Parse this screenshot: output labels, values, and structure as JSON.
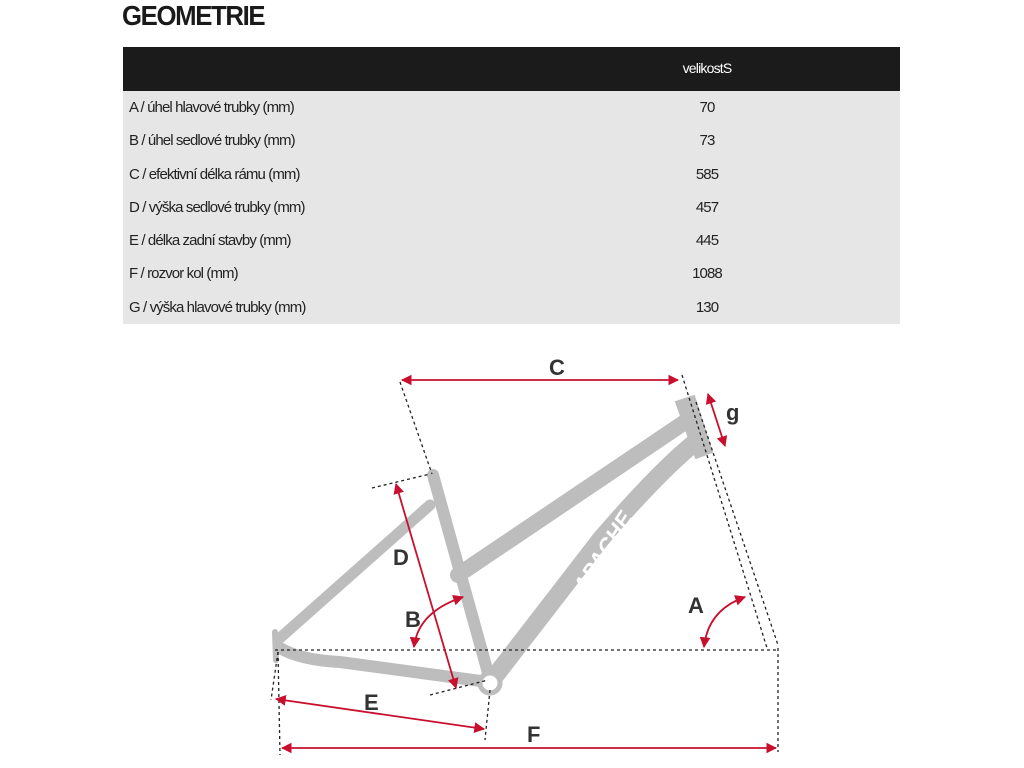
{
  "title": "GEOMETRIE",
  "table": {
    "column_header": "velikostS",
    "rows": [
      {
        "label": "A / úhel hlavové trubky (mm)",
        "value": "70"
      },
      {
        "label": "B / úhel sedlové trubky (mm)",
        "value": "73"
      },
      {
        "label": "C / efektivní délka rámu (mm)",
        "value": "585"
      },
      {
        "label": "D / výška sedlové trubky (mm)",
        "value": "457"
      },
      {
        "label": "E / délka zadní stavby (mm)",
        "value": "445"
      },
      {
        "label": "F / rozvor kol (mm)",
        "value": "1088"
      },
      {
        "label": "G / výška hlavové trubky (mm)",
        "value": "130"
      }
    ]
  },
  "diagram": {
    "brand": "APACHE",
    "labels": {
      "a": "A",
      "b": "B",
      "c": "C",
      "d": "D",
      "e": "E",
      "f": "F",
      "g": "g"
    },
    "colors": {
      "frame": "#bdbdbd",
      "dimension": "#c8102e",
      "guide": "#222222"
    }
  }
}
